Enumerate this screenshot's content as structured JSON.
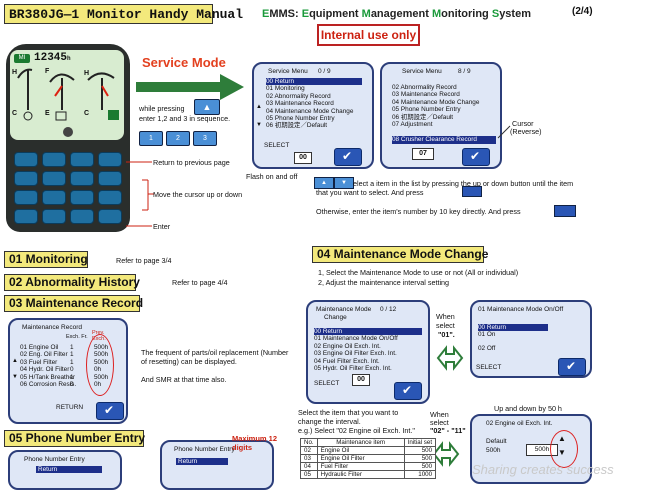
{
  "header": {
    "title": "BR380JG—1 Monitor Handy Manual",
    "emms": {
      "e": "E",
      "p1": "MMS: ",
      "E": "E",
      "q1": "quipment ",
      "M1": "M",
      "q2": "anagement ",
      "M2": "M",
      "q3": "onitoring ",
      "S": "S",
      "q4": "ystem"
    },
    "page": "(2/4)",
    "internal": "Internal use only"
  },
  "device": {
    "mode_badge": "MI",
    "hour_meter": "12345",
    "hour_unit": "h",
    "gauge_labels": [
      "H",
      "C",
      "F",
      "E",
      "H",
      "C"
    ]
  },
  "service_mode": {
    "title": "Service Mode",
    "instr_1": "while pressing",
    "instr_2": "enter 1,2 and 3 in sequence.",
    "key_labels": [
      "1",
      "2",
      "3"
    ],
    "return_prev": "Return to previous page",
    "move_cursor": "Move the cursor up or down",
    "enter": "Enter",
    "flash": "Flash on and off",
    "cursor_label": "Cursor",
    "cursor_sub": "(Reverse)",
    "select_1": "elect a item in the list by pressing the up or down button until the item",
    "select_2": "that you want to select. And press",
    "otherwise": "Otherwise, enter the item's number by 10 key directly. And press"
  },
  "menu1": {
    "title": "Service Menu",
    "count": "0 / 9",
    "items": [
      "00  Return",
      "01  Monitoring",
      "02  Abnormality Record",
      "03  Maintenance Record",
      "04  Maintenance Mode Change",
      "05  Phone Number Entry",
      "06  初期設定／Default"
    ],
    "select": "SELECT",
    "value": "00"
  },
  "menu2": {
    "title": "Service Menu",
    "count": "8 / 9",
    "items": [
      "02  Abnormality Record",
      "03  Maintenance Record",
      "04  Maintenance Mode Change",
      "05  Phone Number Entry",
      "06  初期設定／Default",
      "07  Adjustment",
      "08  Crusher Clearance Record"
    ],
    "value": "07"
  },
  "sections": {
    "s01": "01  Monitoring",
    "s02": "02  Abnormality History",
    "s03": "03  Maintenance Record",
    "s04": "04  Maintenance Mode Change",
    "s05": "05  Phone Number Entry",
    "ref34": "Refer to page 3/4",
    "ref44": "Refer to page 4/4"
  },
  "maint_record": {
    "title": "Maintenance Record",
    "col1": "Exch. Fr.",
    "col2": "Prev. Exch.",
    "rows": [
      [
        "01 Engine Oil",
        "1",
        "500h"
      ],
      [
        "02 Eng. Oil Filter",
        "1",
        "500h"
      ],
      [
        "03 Fuel Filter",
        "1",
        "500h"
      ],
      [
        "04 Hydr. Oil Filter",
        "0",
        "0h"
      ],
      [
        "05 H/Tank Breather",
        "1",
        "500h"
      ],
      [
        "06 Corrosion Resis.",
        "0",
        "0h"
      ]
    ],
    "ret": "RETURN",
    "note1": "The frequent of parts/oil replacement (Number",
    "note2": "of resetting) can be displayed.",
    "note3": "And SMR at that time also."
  },
  "mode_change": {
    "line1": "1, Select the Maintenance Mode to use or not   (All or individual)",
    "line2": "2, Adjust the maintenance interval setting",
    "scr_title": "Maintenance Mode",
    "scr_title2": "Change",
    "scr_count": "0 / 12",
    "scr_items": [
      "00  Return",
      "01  Maintenance Mode On/Off",
      "02 Engine Oil Exch. Int.",
      "03 Engine Oil Filter Exch. Int.",
      "04 Fuel Filter Exch. Int.",
      "05 Hydr. Oil Filter Exch. Int."
    ],
    "scr_select": "SELECT",
    "scr_value": "00",
    "when1": "When",
    "when2": "select",
    "when3": "\"01\".",
    "onoff_title": "01 Maintenance Mode On/Off",
    "onoff_items": [
      "00  Return",
      "01  On",
      "02  Off"
    ],
    "onoff_select": "SELECT",
    "select_item1": "Select the item that you want to",
    "select_item2": "change the interval.",
    "select_item3": "e.g.) Select \"02 Engine oil Exch. Int.\"",
    "when4": "When",
    "when5": "select",
    "when6": "\"02\" - \"11\"",
    "updown": "Up and down by 50 h",
    "eng_title": "02 Engine oil Exch. Int.",
    "default_label": "Default",
    "default_val": "500h",
    "cur_val": "500h"
  },
  "table": {
    "headers": [
      "No.",
      "Maintenance item",
      "Initial set"
    ],
    "rows": [
      [
        "02",
        "Engine Oil",
        "500"
      ],
      [
        "03",
        "Engine Oil Filter",
        "500"
      ],
      [
        "04",
        "Fuel Filter",
        "500"
      ],
      [
        "05",
        "Hydraulic Filter",
        "1000"
      ]
    ]
  },
  "phone": {
    "title": "Phone Number Entry",
    "ret": "Return",
    "title2": "Phone Number Entry",
    "ret2": "Return",
    "max1": "Maximum 12",
    "max2": "digits"
  },
  "watermark": "Sharing creates success",
  "colors": {
    "accent_yellow": "#f3e97c",
    "orange": "#e3401f",
    "screen_blue": "#1d2f8a",
    "green_arrow": "#2e7d3a"
  }
}
